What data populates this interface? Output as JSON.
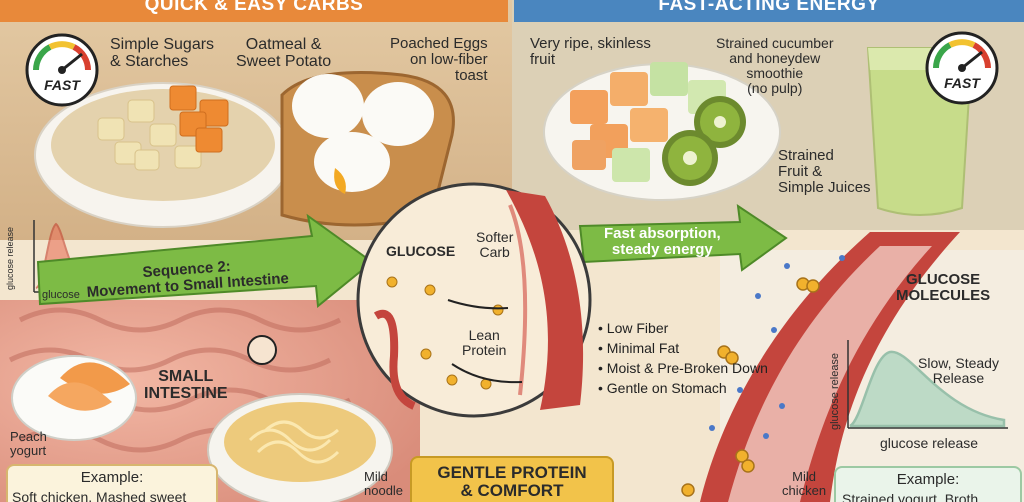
{
  "banners": {
    "left": "QUICK & EASY CARBS",
    "right": "FAST-ACTING ENERGY"
  },
  "gauges": {
    "left": "FAST",
    "right": "FAST"
  },
  "foods": {
    "simple_sugars": "Simple Sugars\n& Starches",
    "oatmeal": "Oatmeal &\nSweet Potato",
    "poached_eggs": "Poached Eggs\non low-fiber\ntoast",
    "ripe_fruit": "Very ripe, skinless\nfruit",
    "smoothie": "Strained cucumber\nand honeydew\nsmoothie\n(no pulp)",
    "strained_juices": "Strained\nFruit &\nSimple Juices",
    "peach_yogurt": "Peach\nyogurt",
    "mild_noodle": "Mild\nnoodle",
    "mild_chicken": "Mild\nchicken"
  },
  "left_curve": {
    "ylabel": "glucose release",
    "xlabel": "glucose"
  },
  "arrow_sequence": "Sequence 2:\nMovement to Small Intestine",
  "arrow_absorption": "Fast absorption,\nsteady energy",
  "circle": {
    "glucose": "GLUCOSE",
    "softer_carb": "Softer\nCarb",
    "lean_protein": "Lean\nProtein"
  },
  "bullets": [
    "Low Fiber",
    "Minimal Fat",
    "Moist & Pre-Broken Down",
    "Gentle on Stomach"
  ],
  "small_intestine": "SMALL\nINTESTINE",
  "glucose_molecules": "GLUCOSE\nMOLECULES",
  "right_curve": {
    "label": "Slow, Steady\nRelease",
    "ylabel": "glucose release",
    "xlabel": "glucose release"
  },
  "example_left": {
    "title": "Example:",
    "text": "Soft chicken, Mashed sweet"
  },
  "gentle_protein": "GENTLE PROTEIN\n& COMFORT",
  "example_right": {
    "title": "Example:",
    "text": "Strained yogurt, Broth"
  },
  "colors": {
    "banner_left": "#e8893a",
    "banner_right": "#4a86bf",
    "arrow_green": "#7dbb45",
    "vessel_red": "#c4453d",
    "gentle_box": "#f2c34a"
  }
}
